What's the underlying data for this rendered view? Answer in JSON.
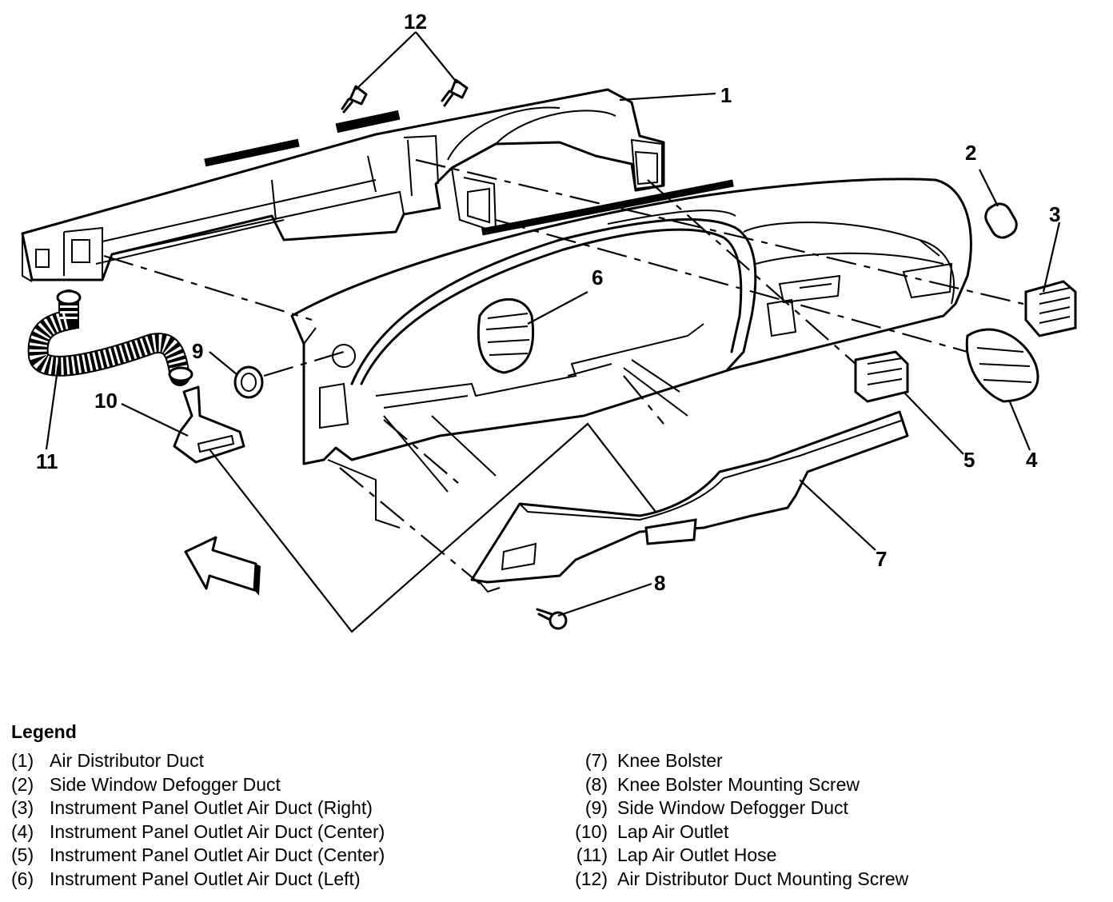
{
  "callouts": [
    "1",
    "2",
    "3",
    "4",
    "5",
    "6",
    "7",
    "8",
    "9",
    "10",
    "11",
    "12"
  ],
  "legend": {
    "title": "Legend",
    "left": [
      {
        "num": "(1)",
        "label": "Air Distributor Duct"
      },
      {
        "num": "(2)",
        "label": "Side Window Defogger Duct"
      },
      {
        "num": "(3)",
        "label": "Instrument Panel Outlet Air Duct (Right)"
      },
      {
        "num": "(4)",
        "label": "Instrument Panel Outlet Air Duct (Center)"
      },
      {
        "num": "(5)",
        "label": "Instrument Panel Outlet Air Duct (Center)"
      },
      {
        "num": "(6)",
        "label": "Instrument Panel Outlet Air Duct (Left)"
      }
    ],
    "right": [
      {
        "num": "(7)",
        "label": "Knee Bolster"
      },
      {
        "num": "(8)",
        "label": "Knee Bolster Mounting Screw"
      },
      {
        "num": "(9)",
        "label": "Side Window Defogger Duct"
      },
      {
        "num": "(10)",
        "label": "Lap Air Outlet"
      },
      {
        "num": "(11)",
        "label": "Lap Air Outlet Hose"
      },
      {
        "num": "(12)",
        "label": "Air Distributor Duct Mounting Screw"
      }
    ]
  }
}
